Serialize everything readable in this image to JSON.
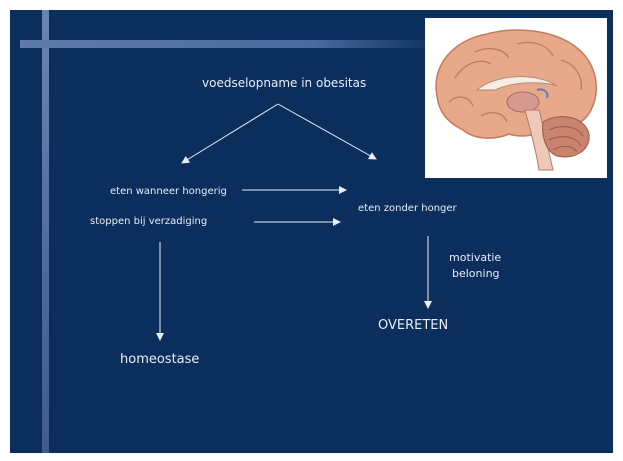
{
  "diagram": {
    "top": "voedselopname in obesitas",
    "left_1": "eten wanneer hongerig",
    "left_2": "stoppen bij verzadiging",
    "right_1": "eten zonder honger",
    "motivation": "motivatie",
    "reward": "beloning",
    "result_right": "OVERETEN",
    "result_left": "homeostase"
  },
  "image": {
    "icon": "brain-sagittal-section-illustration"
  },
  "colors": {
    "slide_bg": "#0b2e5c",
    "text": "#e8eef8",
    "bar": "#5a76a6"
  }
}
